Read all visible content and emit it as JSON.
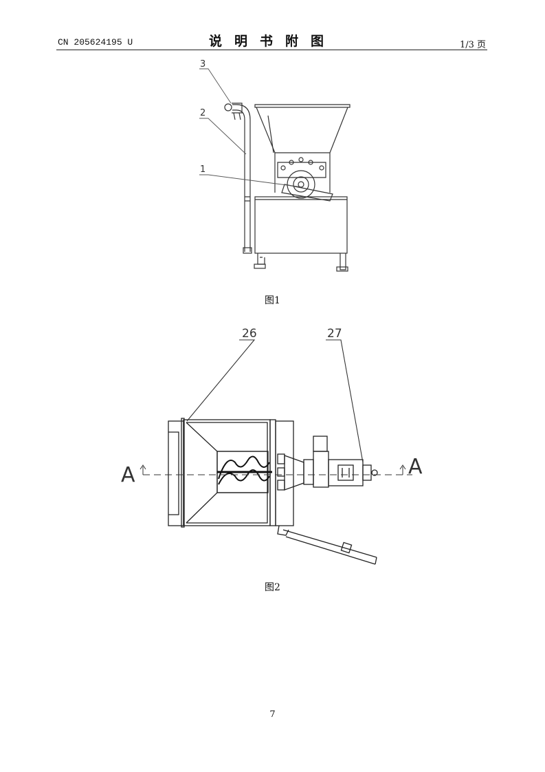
{
  "header": {
    "patent_number": "CN 205624195 U",
    "section_title": "说明书附图",
    "page_count": "1/3 页"
  },
  "figures": [
    {
      "caption": "图1",
      "reference_labels": [
        "3",
        "2",
        "1"
      ]
    },
    {
      "caption": "图2",
      "reference_labels": [
        "26",
        "27"
      ],
      "section_labels": [
        "A",
        "A"
      ]
    }
  ],
  "footer": {
    "page_number": "7"
  }
}
